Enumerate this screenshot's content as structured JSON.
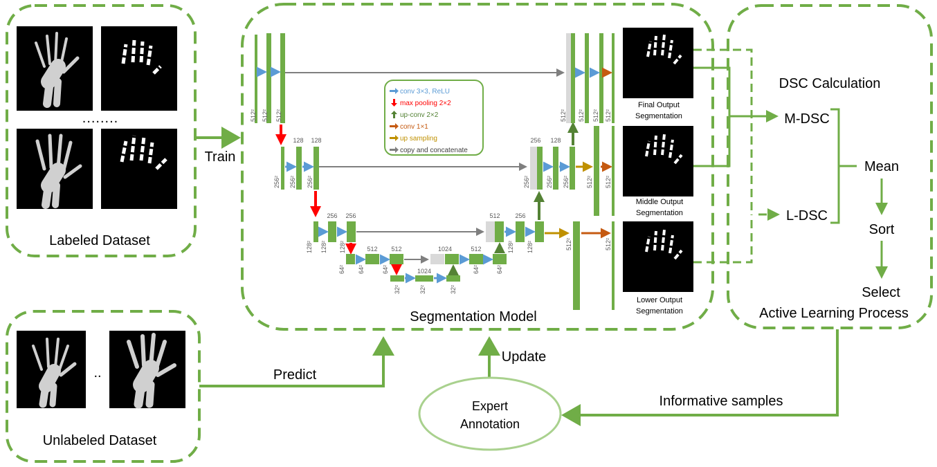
{
  "labels": {
    "labeled_dataset": "Labeled Dataset",
    "unlabeled_dataset": "Unlabeled Dataset",
    "labeled_dots": "........",
    "unlabeled_dots": "..",
    "train": "Train",
    "predict": "Predict",
    "update": "Update",
    "expert_line1": "Expert",
    "expert_line2": "Annotation",
    "informative_samples": "Informative samples",
    "segmentation_model": "Segmentation Model",
    "active_learning": "Active Learning Process",
    "dsc_calculation": "DSC Calculation",
    "m_dsc": "M-DSC",
    "l_dsc": "L-DSC",
    "mean": "Mean",
    "sort": "Sort",
    "select": "Select"
  },
  "outputs": [
    {
      "line1": "Final Output",
      "line2": "Segmentation"
    },
    {
      "line1": "Middle Output",
      "line2": "Segmentation"
    },
    {
      "line1": "Lower Output",
      "line2": "Segmentation"
    }
  ],
  "legend": [
    {
      "label": "conv 3×3, ReLU",
      "color": "#5b9bd5",
      "icon": "right-arrow"
    },
    {
      "label": "max pooling 2×2",
      "color": "#ff0000",
      "icon": "down-arrow"
    },
    {
      "label": "up-conv 2×2",
      "color": "#548235",
      "icon": "up-arrow"
    },
    {
      "label": "conv 1×1",
      "color": "#c55a11",
      "icon": "right-arrow"
    },
    {
      "label": "up sampling",
      "color": "#bf9000",
      "icon": "right-arrow"
    },
    {
      "label": "copy and concatenate",
      "color": "#7f7f7f",
      "icon": "right-arrow"
    }
  ],
  "unet": {
    "channels": {
      "c128a": "128",
      "c128b": "128",
      "c256a": "256",
      "c256b": "256",
      "c512a": "512",
      "c512b": "512",
      "c1024a": "1024",
      "c1024b": "1024",
      "c512d": "512",
      "c256d": "256",
      "c256u": "256",
      "c128u": "128"
    },
    "sizes": {
      "s512": "512²",
      "s256": "256²",
      "s128": "128²",
      "s64": "64²",
      "s32": "32²"
    }
  },
  "colors": {
    "accent_green": "#70ad47",
    "block_green": "#70ad47",
    "concat_gray": "#d9d9d9",
    "legend_border": "#70ad47"
  }
}
